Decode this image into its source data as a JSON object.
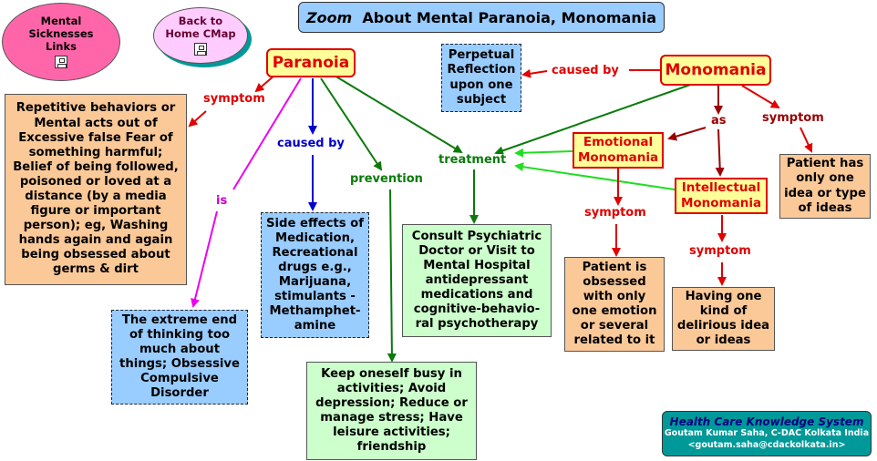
{
  "title_italic": "Zoom",
  "title_rest": "About Mental Paranoia, Monomania",
  "nav": {
    "mental_links": "Mental Sicknesses Links",
    "back_home": "Back to Home CMap"
  },
  "concepts": {
    "paranoia": "Paranoia",
    "monomania": "Monomania",
    "emotional": "Emotional Monomania",
    "intellectual": "Intellectual Monomania",
    "perpetual": "Perpetual Reflection upon one subject",
    "repetitive": "Repetitive behaviors or Mental acts out of Excessive false Fear of something harmful; Belief of being followed, poisoned or loved at a distance (by a media figure or important person); eg, Washing hands again and again being obsessed about germs & dirt",
    "extreme": "The extreme end of thinking too much about things; Obsessive Compulsive Disorder",
    "side_effects": "Side effects of Medication, Recreational drugs e.g., Marijuana, stimulants - Methamphet-amine",
    "keep_busy": "Keep oneself busy in activities; Avoid depression; Reduce or manage stress; Have leisure activities; friendship",
    "consult": "Consult Psychiatric Doctor or Visit to Mental Hospital antidepressant medications and cognitive-behavio-ral psychotherapy",
    "emotion_sym": "Patient is obsessed with only one emotion or several related to it",
    "delirious": "Having one kind of delirious idea or ideas",
    "one_idea": "Patient has only one idea or type of ideas"
  },
  "links": {
    "symptom_paranoia": "symptom",
    "is": "is",
    "caused_by_paranoia": "caused by",
    "prevention": "prevention",
    "treatment": "treatment",
    "caused_by_mono": "caused by",
    "as": "as",
    "symptom_mono": "symptom",
    "symptom_emotional": "symptom",
    "symptom_intellectual": "symptom"
  },
  "footer": {
    "system": "Health Care Knowledge System",
    "author": "Goutam Kumar Saha, C-DAC Kolkata India",
    "email": "<goutam.saha@cdackolkata.in>"
  },
  "colors": {
    "red": "#e00000",
    "dark_red": "#990000",
    "green": "#0a7a0a",
    "light_green": "#22dd22",
    "blue": "#0000cc",
    "magenta": "#ee00ee"
  }
}
